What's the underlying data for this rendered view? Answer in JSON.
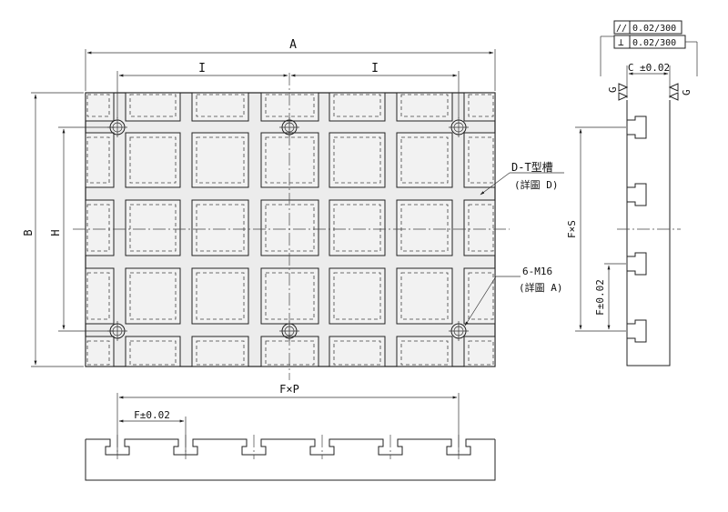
{
  "dimensions": {
    "A": "A",
    "I_left": "I",
    "I_right": "I",
    "B": "B",
    "H": "H",
    "C": "C ±0.02",
    "FxS": "F×S",
    "F_side": "F±0.02",
    "FxP": "F×P",
    "F_bottom": "F±0.02"
  },
  "callouts": {
    "dt_slot": "D-T型槽",
    "dt_detail": "(詳圖 D)",
    "m16": "6-M16",
    "m16_detail": "(詳圖 A)"
  },
  "tolerances": {
    "parallel_symbol": "//",
    "parallel_value": "0.02/300",
    "perp_symbol": "⊥",
    "perp_value": "0.02/300"
  },
  "ground_marks": {
    "left": "G",
    "right": "G"
  }
}
